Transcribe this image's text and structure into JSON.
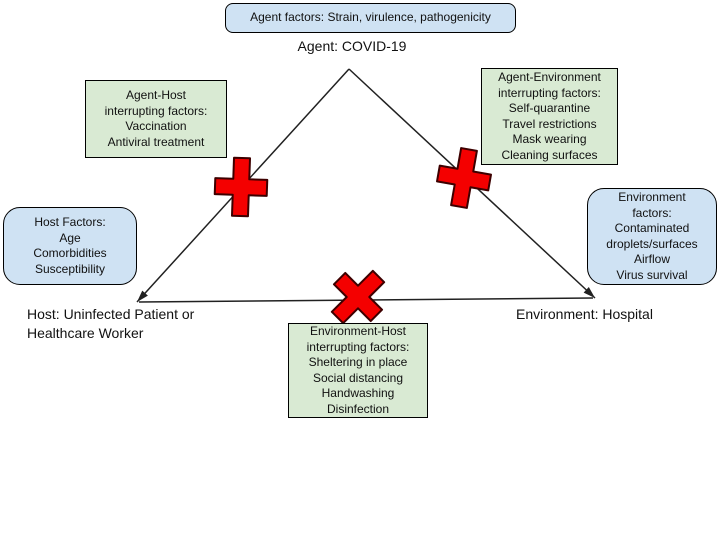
{
  "labels": {
    "agent": "Agent: COVID-19",
    "host": [
      "Host: Uninfected Patient or",
      "Healthcare Worker"
    ],
    "environment": "Environment: Hospital"
  },
  "boxes": {
    "agent_factors": [
      "Agent factors: Strain, virulence, pathogenicity"
    ],
    "host_factors": [
      "Host Factors:",
      "Age",
      "Comorbidities",
      "Susceptibility"
    ],
    "environment_factors": [
      "Environment",
      "factors:",
      "Contaminated",
      "droplets/surfaces",
      "Airflow",
      "Virus survival"
    ],
    "agent_host_interrupting": [
      "Agent-Host",
      "interrupting factors:",
      "Vaccination",
      "Antiviral treatment"
    ],
    "agent_environment_interrupting": [
      "Agent-Environment",
      "interrupting factors:",
      "Self-quarantine",
      "Travel restrictions",
      "Mask wearing",
      "Cleaning surfaces"
    ],
    "environment_host_interrupting": [
      "Environment-Host",
      "interrupting factors:",
      "Sheltering in place",
      "Social distancing",
      "Handwashing",
      "Disinfection"
    ]
  },
  "colors": {
    "blue_box_fill": "#cfe2f3",
    "green_box_fill": "#d9ead3",
    "box_border": "#000000",
    "cross_fill": "#f40000",
    "cross_outline": "#3d0000",
    "triangle_line": "#212121",
    "text": "#111111",
    "background": "#ffffff"
  }
}
